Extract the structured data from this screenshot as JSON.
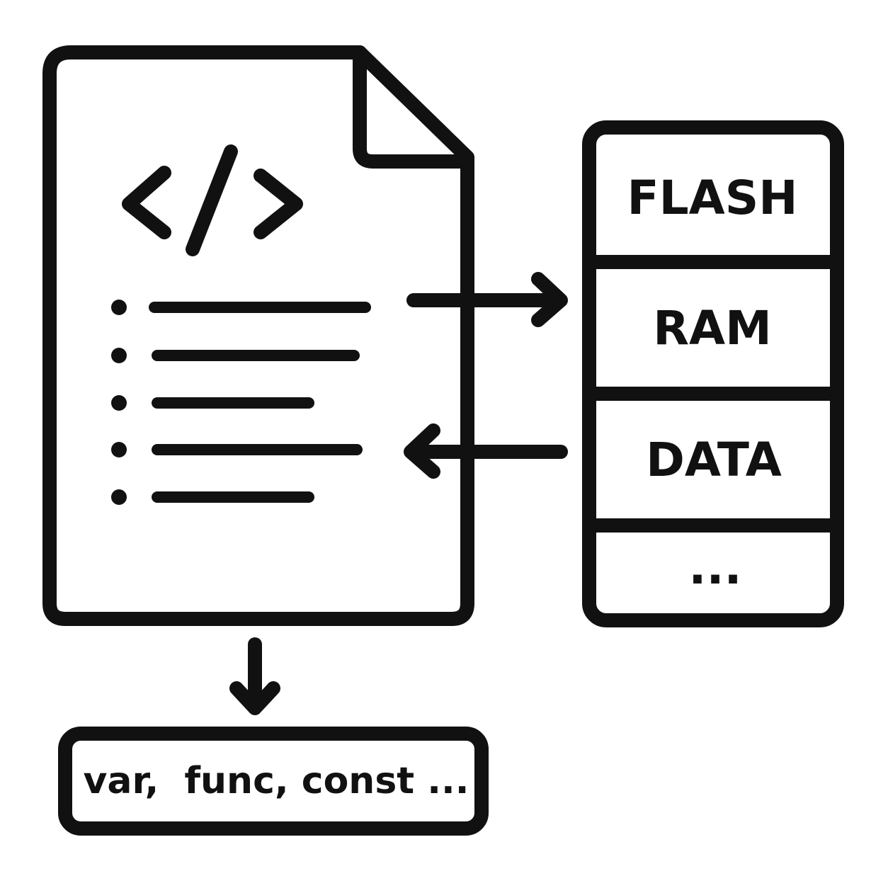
{
  "memory_block": {
    "segments": [
      {
        "label": "FLASH"
      },
      {
        "label": "RAM"
      },
      {
        "label": "DATA"
      },
      {
        "label": "..."
      }
    ]
  },
  "output_box": {
    "label": "var,  func, const ..."
  },
  "icons": {
    "source_file": "code-file-icon",
    "code_brackets": "code-brackets-icon"
  },
  "colors": {
    "stroke": "#111111",
    "background": "#ffffff"
  }
}
